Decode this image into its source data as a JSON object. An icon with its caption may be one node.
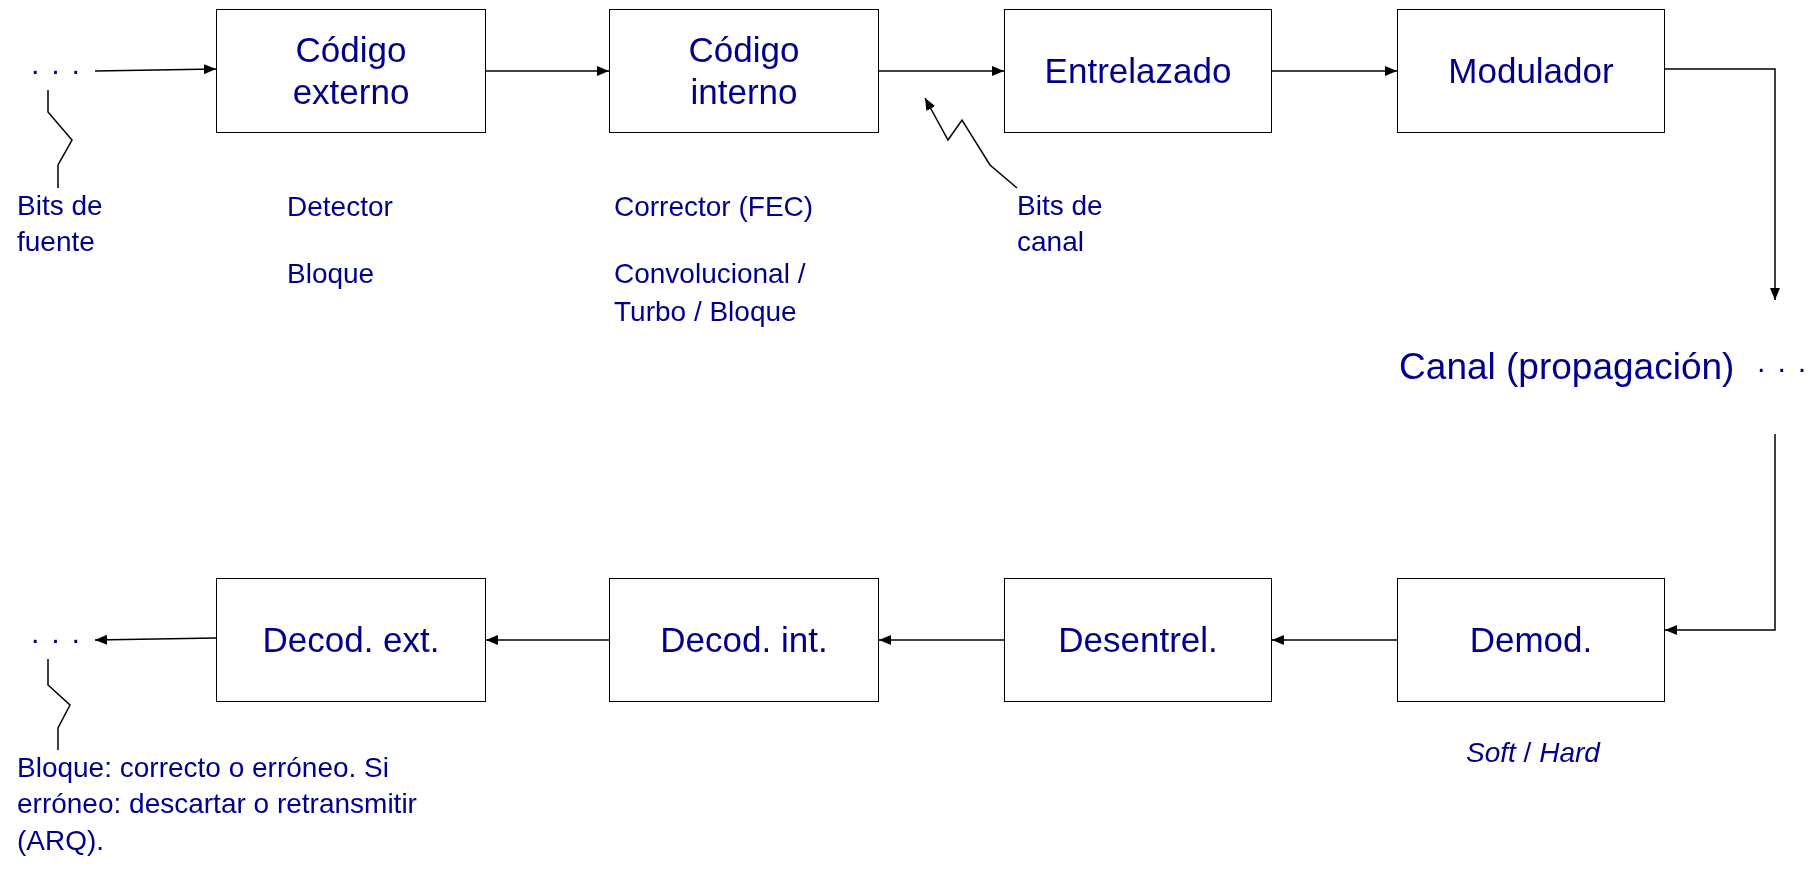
{
  "diagram": {
    "nodes": [
      {
        "text": [
          "· · ·"
        ]
      },
      {
        "text": [
          "Código externo"
        ]
      },
      {
        "text": [
          "Código interno"
        ]
      },
      {
        "text": [
          "Entrelazado"
        ]
      },
      {
        "text": [
          "Modulador"
        ]
      },
      {
        "text": [
          "· · ·"
        ],
        "beside": [
          "Canal (propagación)"
        ]
      },
      {
        "text": [
          "Demod."
        ]
      },
      {
        "text": [
          "Desentrel."
        ]
      },
      {
        "text": [
          "Decod. int."
        ]
      },
      {
        "text": [
          "Decod. ext."
        ]
      },
      {
        "text": [
          "· · ·"
        ]
      },
      {
        "text": [
          "Bits de fuente"
        ]
      },
      {
        "text": [
          "Bits de canal"
        ]
      },
      {
        "text": [
          "Bloque: correcto o erróneo. Si erróneo: descartar o retransmitir (ARQ)."
        ]
      }
    ],
    "edges": [
      {
        "from": 0,
        "to": 1,
        "arrow": "to"
      },
      {
        "from": 1,
        "to": 2,
        "arrow": "to"
      },
      {
        "from": 2,
        "to": 3,
        "arrow": "to"
      },
      {
        "from": 3,
        "to": 4,
        "arrow": "to"
      },
      {
        "from": 4,
        "to": 5,
        "arrow": "to"
      },
      {
        "from": 5,
        "to": 6,
        "arrow": "to"
      },
      {
        "from": 6,
        "to": 7,
        "arrow": "to"
      },
      {
        "from": 7,
        "to": 8,
        "arrow": "to"
      },
      {
        "from": 8,
        "to": 9,
        "arrow": "to"
      },
      {
        "from": 9,
        "to": 10,
        "arrow": "to"
      },
      {
        "from": 11,
        "to": 0,
        "arrow": "none"
      },
      {
        "from": 12,
        "to": null,
        "arrow": "to"
      },
      {
        "from": 13,
        "to": 10,
        "arrow": "none"
      }
    ],
    "labels": [
      "Detector",
      "Bloque",
      "Corrector (FEC)",
      "Convolucional / Turbo / Bloque",
      "*Soft* / *Hard*"
    ]
  }
}
